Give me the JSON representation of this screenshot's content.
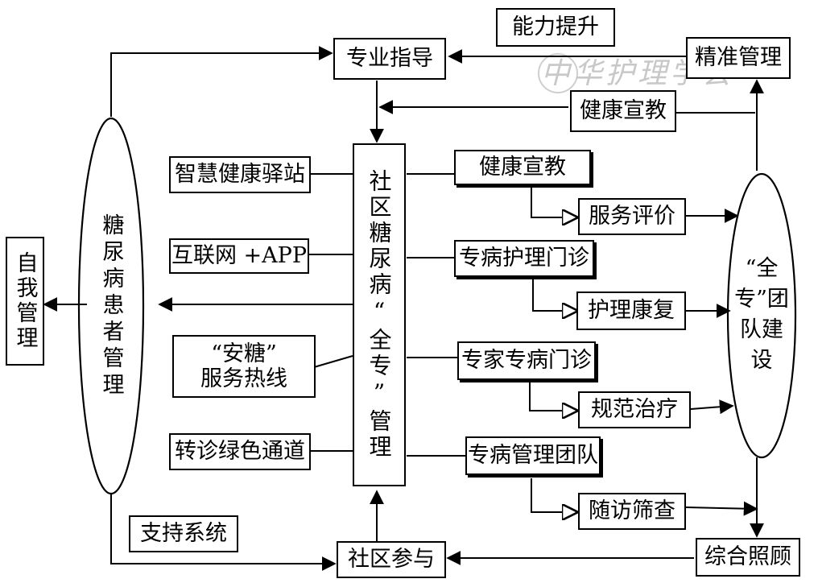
{
  "watermark": "中华护理学会",
  "left_ellipse": "糖尿病患者管理",
  "right_ellipse": "“全专”团队建设",
  "self_management": "自我管理",
  "center_box": "社区糖尿病“全专”管理",
  "top": {
    "ability": "能力提升",
    "guidance": "专业指导",
    "precision": "精准管理",
    "edu_top": "健康宣教"
  },
  "left_items": {
    "station": "智慧健康驿站",
    "internet": "互联网 +APP",
    "hotline_1": "“安糖”",
    "hotline_2": "服务热线",
    "referral": "转诊绿色通道"
  },
  "right_items": {
    "edu": "健康宣教",
    "service_eval": "服务评价",
    "nursing_clinic": "专病护理门诊",
    "rehab": "护理康复",
    "expert_clinic": "专家专病门诊",
    "treatment": "规范治疗",
    "team": "专病管理团队",
    "followup": "随访筛查"
  },
  "bottom": {
    "support": "支持系统",
    "community": "社区参与",
    "care": "综合照顾"
  }
}
